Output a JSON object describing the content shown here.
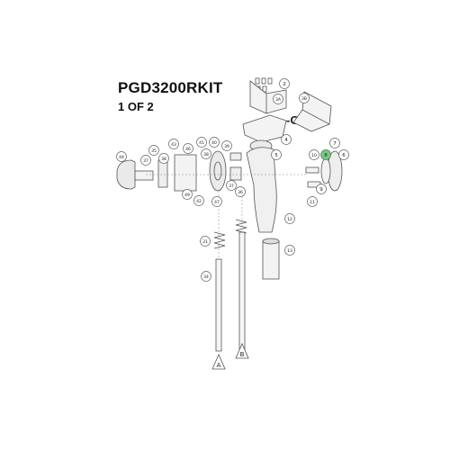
{
  "title": "PGD3200RKIT",
  "subtitle": "1 OF 2",
  "or_label": "-OR-",
  "highlight_color": "#6fcf7f",
  "callouts": [
    "2",
    "3A",
    "3B",
    "4",
    "5",
    "6",
    "7",
    "8",
    "9",
    "10",
    "11",
    "12",
    "13",
    "31",
    "34",
    "35",
    "36",
    "37",
    "37",
    "38",
    "38",
    "39",
    "40",
    "41",
    "42",
    "43",
    "44",
    "46",
    "47",
    "49"
  ],
  "references": [
    "A",
    "B"
  ]
}
